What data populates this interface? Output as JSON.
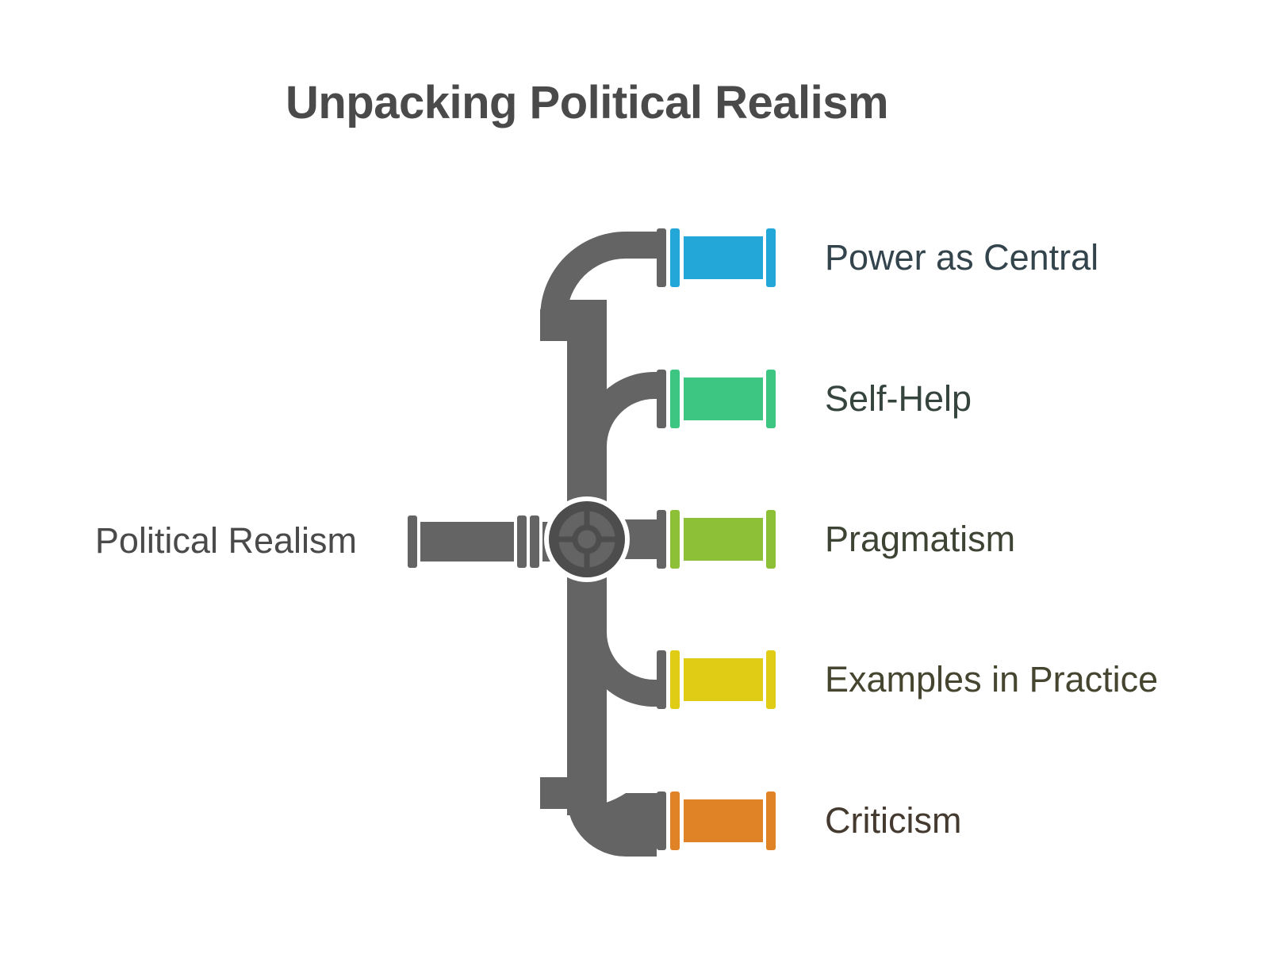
{
  "title": "Unpacking Political Realism",
  "source": {
    "label": "Political Realism",
    "color": "#4a4a4a"
  },
  "palette": {
    "pipe_gray": "#646464",
    "valve_dark": "#4d4d4d",
    "valve_face": "#646464",
    "background": "#ffffff",
    "title_color": "#4a4a4a"
  },
  "branches": [
    {
      "label": "Power as Central",
      "color": "#22a7d8",
      "text_color": "#33444d",
      "index": 1
    },
    {
      "label": "Self-Help",
      "color": "#3cc682",
      "text_color": "#35453d",
      "index": 2
    },
    {
      "label": "Pragmatism",
      "color": "#8dc036",
      "text_color": "#3e4434",
      "index": 3
    },
    {
      "label": "Examples in Practice",
      "color": "#e0cc15",
      "text_color": "#454530",
      "index": 4
    },
    {
      "label": "Criticism",
      "color": "#df8326",
      "text_color": "#453a30",
      "index": 5
    }
  ],
  "icons": {
    "valve": "valve-wheel-icon",
    "manifold": "pipe-manifold-icon"
  }
}
